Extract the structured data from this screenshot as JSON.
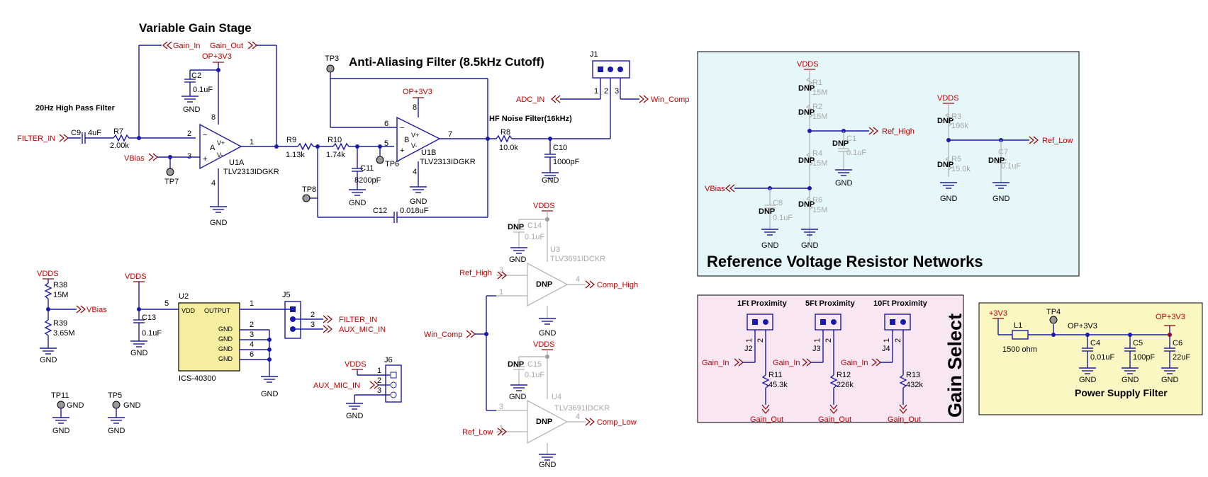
{
  "titles": {
    "variable_gain": "Variable Gain Stage",
    "anti_aliasing": "Anti-Aliasing Filter (8.5kHz Cutoff)",
    "high_pass": "20Hz High Pass Filter",
    "hf_noise": "HF Noise Filter(16kHz)",
    "ref_networks": "Reference Voltage Resistor Networks",
    "gain_select": "Gain Select",
    "power_filter": "Power Supply Filter"
  },
  "nets": {
    "filter_in": "FILTER_IN",
    "vbias": "VBias",
    "gain_in": "Gain_In",
    "gain_out": "Gain_Out",
    "op3v3": "OP+3V3",
    "adc_in": "ADC_IN",
    "win_comp": "Win_Comp",
    "gnd": "GND",
    "vdds": "VDDS",
    "ref_high": "Ref_High",
    "ref_low": "Ref_Low",
    "comp_high": "Comp_High",
    "comp_low": "Comp_Low",
    "aux_mic_in": "AUX_MIC_IN",
    "plus3v3": "+3V3",
    "dnp": "DNP",
    "output": "OUTPUT",
    "vdd": "VDD"
  },
  "components": {
    "c9": {
      "ref": "C9",
      "value": "4uF"
    },
    "r7": {
      "ref": "R7",
      "value": "2.00k"
    },
    "c2": {
      "ref": "C2",
      "value": "0.1uF"
    },
    "u1a": {
      "ref": "U1A",
      "part": "TLV2313IDGKR",
      "unit": "A"
    },
    "u1b": {
      "ref": "U1B",
      "part": "TLV2313IDGKR",
      "unit": "B"
    },
    "r9": {
      "ref": "R9",
      "value": "1.13k"
    },
    "r10": {
      "ref": "R10",
      "value": "1.74k"
    },
    "c11": {
      "ref": "C11",
      "value": "8200pF"
    },
    "c12": {
      "ref": "C12",
      "value": "0.018uF"
    },
    "r8": {
      "ref": "R8",
      "value": "10.0k"
    },
    "c10": {
      "ref": "C10",
      "value": "1000pF"
    },
    "j1": {
      "ref": "J1"
    },
    "tp3": "TP3",
    "tp6": "TP6",
    "tp7": "TP7",
    "tp8": "TP8",
    "r38": {
      "ref": "R38",
      "value": "15M"
    },
    "r39": {
      "ref": "R39",
      "value": "3.65M"
    },
    "c13": {
      "ref": "C13",
      "value": "0.1uF"
    },
    "u2": {
      "ref": "U2",
      "part": "ICS-40300"
    },
    "j5": {
      "ref": "J5"
    },
    "j6": {
      "ref": "J6"
    },
    "tp11": "TP11",
    "tp5": "TP5",
    "c14": {
      "ref": "C14",
      "value": "0.1uF"
    },
    "c15": {
      "ref": "C15",
      "value": "0.1uF"
    },
    "u3": {
      "ref": "U3",
      "part": "TLV3691IDCKR"
    },
    "u4": {
      "ref": "U4",
      "part": "TLV3691IDCKR"
    },
    "r1": {
      "ref": "R1",
      "value": "15M"
    },
    "r2": {
      "ref": "R2",
      "value": "15M"
    },
    "r4": {
      "ref": "R4",
      "value": "15M"
    },
    "r6": {
      "ref": "R6",
      "value": "15M"
    },
    "c1": {
      "ref": "C1",
      "value": "0.1uF"
    },
    "c8": {
      "ref": "C8",
      "value": "0.1uF"
    },
    "r3": {
      "ref": "R3",
      "value": "196k"
    },
    "r5": {
      "ref": "R5",
      "value": "15.0k"
    },
    "c7": {
      "ref": "C7",
      "value": "0.1uF"
    },
    "j2": {
      "ref": "J2",
      "label": "1Ft Proximity"
    },
    "j3": {
      "ref": "J3",
      "label": "5Ft Proximity"
    },
    "j4": {
      "ref": "J4",
      "label": "10Ft Proximity"
    },
    "r11": {
      "ref": "R11",
      "value": "45.3k"
    },
    "r12": {
      "ref": "R12",
      "value": "226k"
    },
    "r13": {
      "ref": "R13",
      "value": "432k"
    },
    "l1": {
      "ref": "L1",
      "value": "1500 ohm"
    },
    "tp4": "TP4",
    "c4": {
      "ref": "C4",
      "value": "0.01uF"
    },
    "c5": {
      "ref": "C5",
      "value": "100pF"
    },
    "c6": {
      "ref": "C6",
      "value": "22uF"
    }
  },
  "colors": {
    "wire": "#1a1aa8",
    "net_label": "#c00000",
    "ref_box_bg": "#e6f7fa",
    "gain_box_bg": "#f8e6f3",
    "power_box_bg": "#fbf7c3",
    "dnp_gray": "#a8a8a8",
    "u2_fill": "#f5ee9e"
  }
}
